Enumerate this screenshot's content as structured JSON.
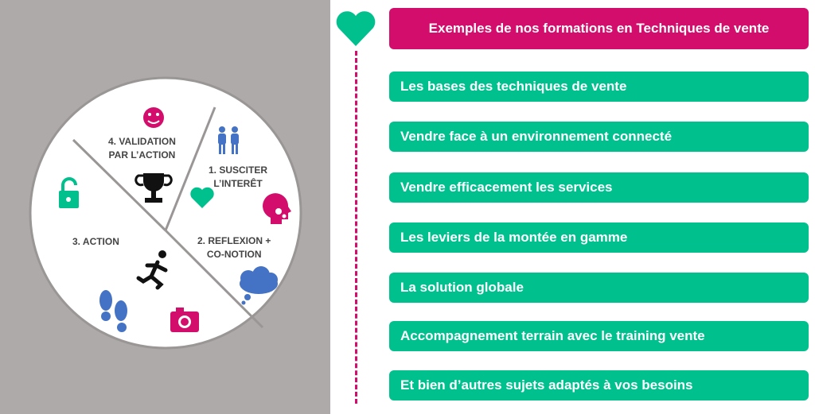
{
  "wheel": {
    "segments": [
      {
        "number": "1.",
        "label_lines": [
          "1. SUSCITER",
          "L’INTERÊT"
        ]
      },
      {
        "label_lines": [
          "2. REFLEXION +",
          "CO-NOTION"
        ]
      },
      {
        "label_lines": [
          "3. ACTION"
        ]
      },
      {
        "label_lines": [
          "4. VALIDATION",
          "PAR L’ACTION"
        ]
      }
    ],
    "icons": [
      "smiley-icon",
      "people-icon",
      "heart-icon",
      "trophy-icon",
      "head-gears-icon",
      "thought-cloud-icon",
      "unlock-icon",
      "runner-icon",
      "footprints-icon",
      "camera-icon"
    ]
  },
  "colors": {
    "magenta": "#d30d6b",
    "green": "#00c08e",
    "grey": "#aeaaaa",
    "blue": "#4472c4"
  },
  "title": "Exemples de nos formations en Techniques de vente",
  "items": [
    "Les bases des techniques de vente",
    "Vendre face à un environnement connecté",
    "Vendre efficacement les services",
    "Les leviers de la montée en gamme",
    "La solution globale",
    "Accompagnement terrain avec le training vente",
    "Et bien d’autres sujets adaptés à vos besoins"
  ]
}
